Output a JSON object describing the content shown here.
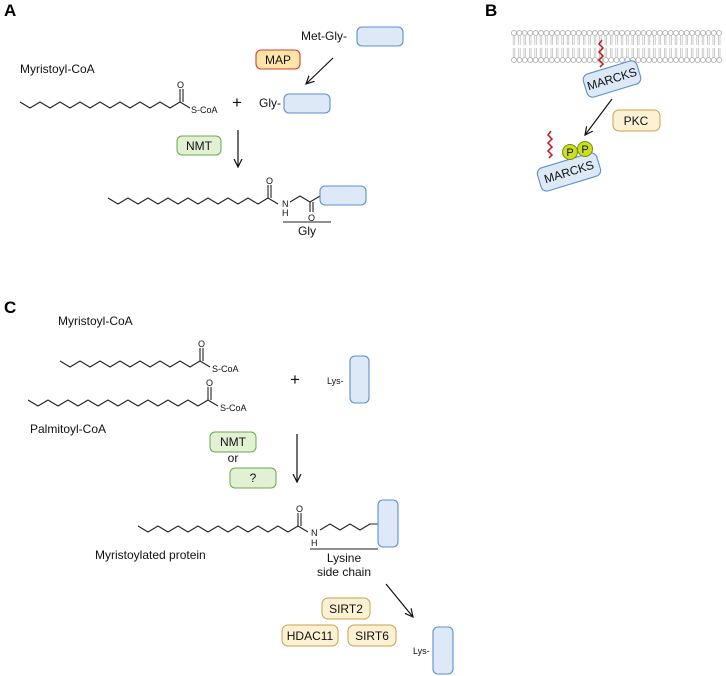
{
  "panels": {
    "a": "A",
    "b": "B",
    "c": "C"
  },
  "panelA": {
    "met_gly": "Met-Gly-",
    "map": "MAP",
    "myristoyl_coa": "Myristoyl-CoA",
    "s_coa": "S-CoA",
    "plus": "+",
    "gly_prefix": "Gly-",
    "nmt": "NMT",
    "o": "O",
    "h": "H",
    "n": "N",
    "gly_label": "Gly"
  },
  "panelB": {
    "marcks_top": "MARCKS",
    "pkc": "PKC",
    "p": "P",
    "marcks_bottom": "MARCKS"
  },
  "panelC": {
    "myristoyl_coa": "Myristoyl-CoA",
    "palmitoyl_coa": "Palmitoyl-CoA",
    "s_coa": "S-CoA",
    "plus": "+",
    "lys_prefix": "Lys-",
    "nmt": "NMT",
    "or": "or",
    "unknown": "?",
    "o": "O",
    "n": "N",
    "h": "H",
    "myristoylated_protein": "Myristoylated protein",
    "lysine": "Lysine",
    "side_chain": "side chain",
    "sirt2": "SIRT2",
    "hdac11": "HDAC11",
    "sirt6": "SIRT6"
  },
  "colors": {
    "protein_fill": "#dde9f7",
    "protein_stroke": "#5a8fd1",
    "nmt_fill": "#e2f0d3",
    "map_fill": "#ffe6a8",
    "map_stroke": "#d63b2a",
    "enzyme_tan": "#fdf1d3",
    "phosphate": "#c9df20",
    "anchor": "#c4161c"
  }
}
